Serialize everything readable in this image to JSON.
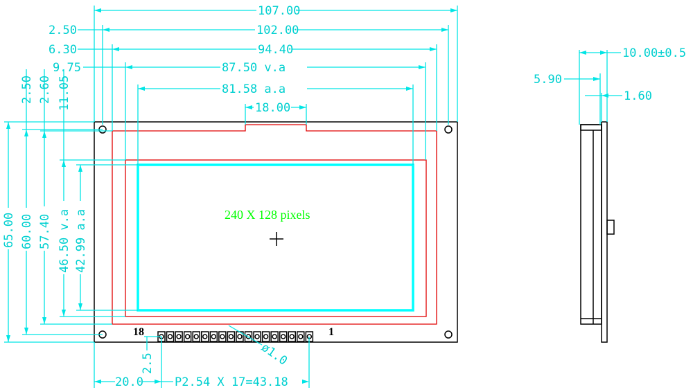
{
  "front_view": {
    "resolution_label": "240 X 128 pixels",
    "pin_first": "18",
    "pin_last": "1",
    "pin_count": 18,
    "dimensions": {
      "overall_width": "107.00",
      "hole_pitch_x": "102.00",
      "bezel_width": "94.40",
      "view_area_width": "87.50 v.a",
      "active_area_width": "81.58 a.a",
      "notch_width": "18.00",
      "left_2_50": "2.50",
      "left_6_30": "6.30",
      "left_9_75": "9.75",
      "overall_height": "65.00",
      "hole_pitch_y": "60.00",
      "bezel_height": "57.40",
      "view_area_height": "46.50 v.a",
      "active_area_height": "42.99 a.a",
      "top_2_50": "2.50",
      "top_2_60": "2.60",
      "top_11_05": "11.05",
      "pin_offset_x": "20.0",
      "pin_pitch": "P2.54 X 17=43.18",
      "pin_offset_y": "2.5",
      "pin_hole_dia": "ø1.0"
    }
  },
  "side_view": {
    "dimensions": {
      "total_thickness": "10.00±0.5",
      "module_thickness": "5.90",
      "pcb_thickness": "1.60"
    }
  }
}
